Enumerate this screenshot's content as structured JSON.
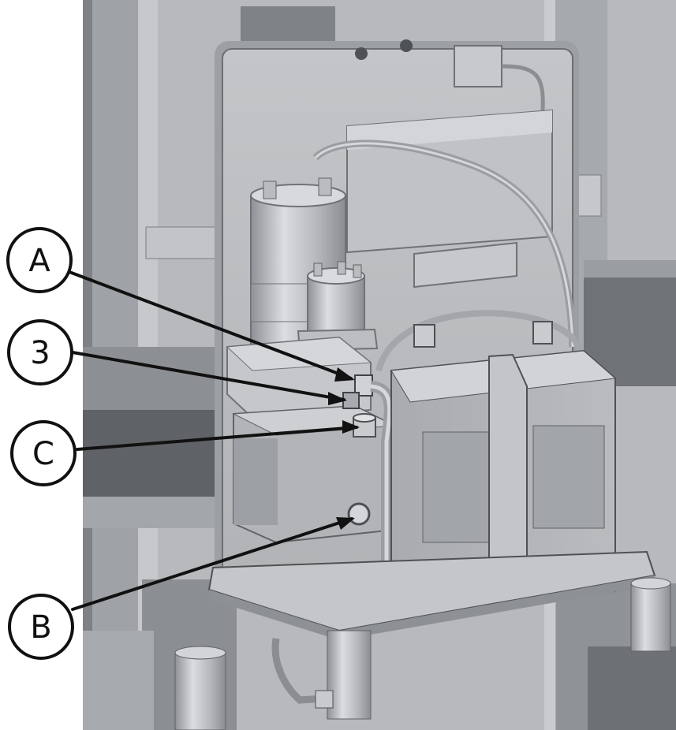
{
  "callouts": {
    "a": "A",
    "three": "3",
    "c": "C",
    "b": "B"
  }
}
